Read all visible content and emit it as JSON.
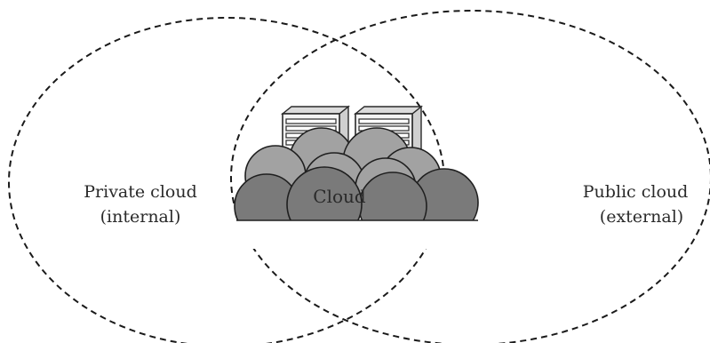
{
  "private_cloud": {
    "line1": "Private cloud",
    "line2": "(internal)"
  },
  "public_cloud": {
    "line1": "Public cloud",
    "line2": "(external)"
  },
  "center": {
    "label": "Cloud"
  },
  "colors": {
    "stroke": "#1a1a1a",
    "cloud_dark": "#7a7a7a",
    "cloud_mid": "#a2a2a2",
    "server": "#f4f4f4"
  }
}
